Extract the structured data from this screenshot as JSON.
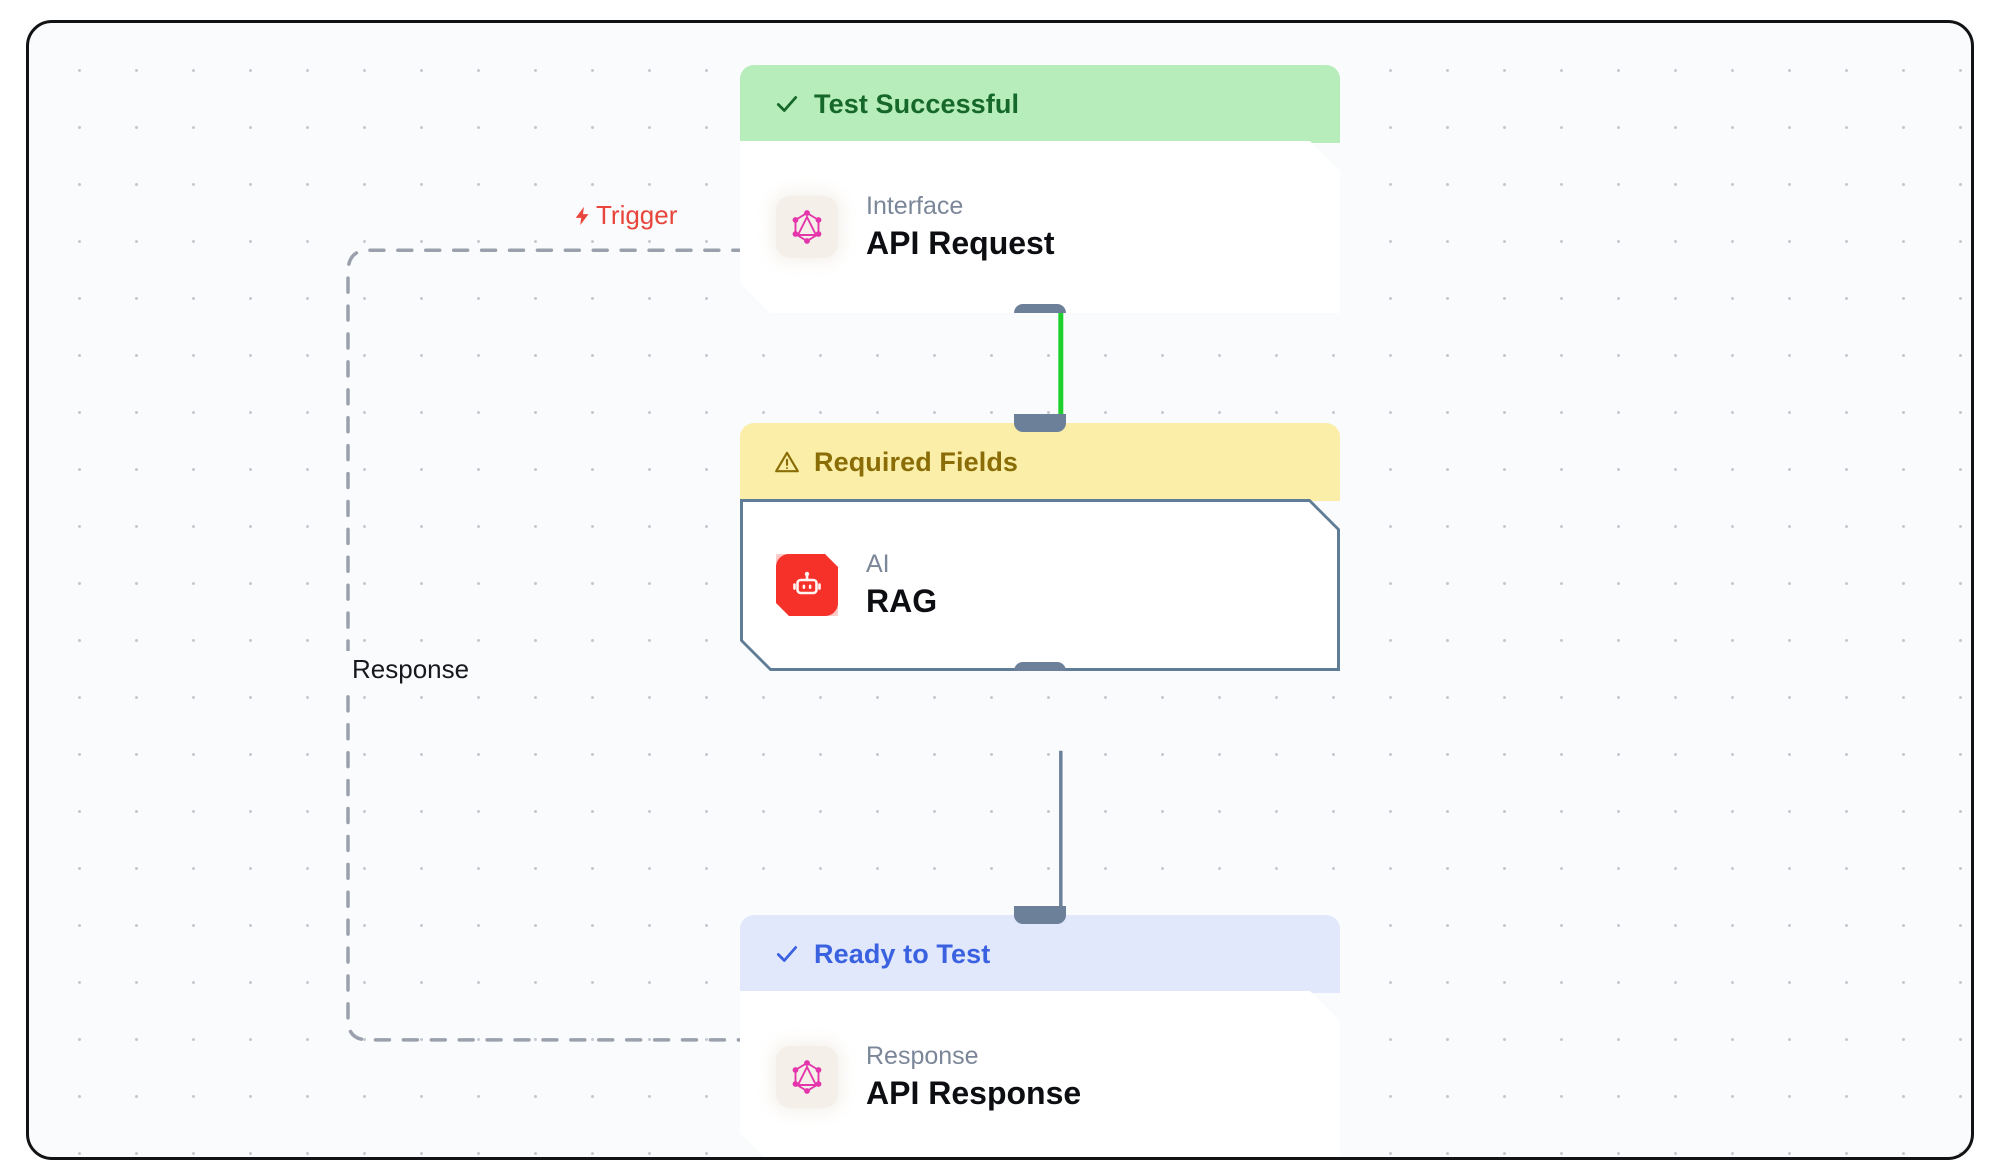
{
  "canvas": {
    "background": "#fafbfc",
    "grid": "dot-grid",
    "border_color": "#111315"
  },
  "edges": {
    "trigger": {
      "label": "Trigger",
      "icon": "lightning-bolt-icon",
      "color": "#e8453c",
      "style": "dashed"
    },
    "response": {
      "label": "Response",
      "color": "#16181d",
      "style": "dashed"
    },
    "request_to_rag": {
      "color": "#1fcf2b",
      "style": "solid"
    },
    "rag_to_response": {
      "color": "#6c8099",
      "style": "solid"
    }
  },
  "nodes": [
    {
      "id": "api-request",
      "status": {
        "label": "Test Successful",
        "icon": "check-icon",
        "variant": "success",
        "bg": "#b6edbb",
        "fg": "#16682a"
      },
      "icon": "graphql-icon",
      "icon_color": "#e535ab",
      "kind": "Interface",
      "title": "API Request",
      "selected": false
    },
    {
      "id": "rag",
      "status": {
        "label": "Required Fields",
        "icon": "warning-icon",
        "variant": "warning",
        "bg": "#fbeea8",
        "fg": "#8a6d07"
      },
      "icon": "robot-icon",
      "icon_color": "#f5312a",
      "kind": "AI",
      "title": "RAG",
      "selected": true
    },
    {
      "id": "api-response",
      "status": {
        "label": "Ready to Test",
        "icon": "check-icon",
        "variant": "info",
        "bg": "#e2e8fb",
        "fg": "#3a62e0"
      },
      "icon": "graphql-icon",
      "icon_color": "#e535ab",
      "kind": "Response",
      "title": "API Response",
      "selected": false
    }
  ]
}
